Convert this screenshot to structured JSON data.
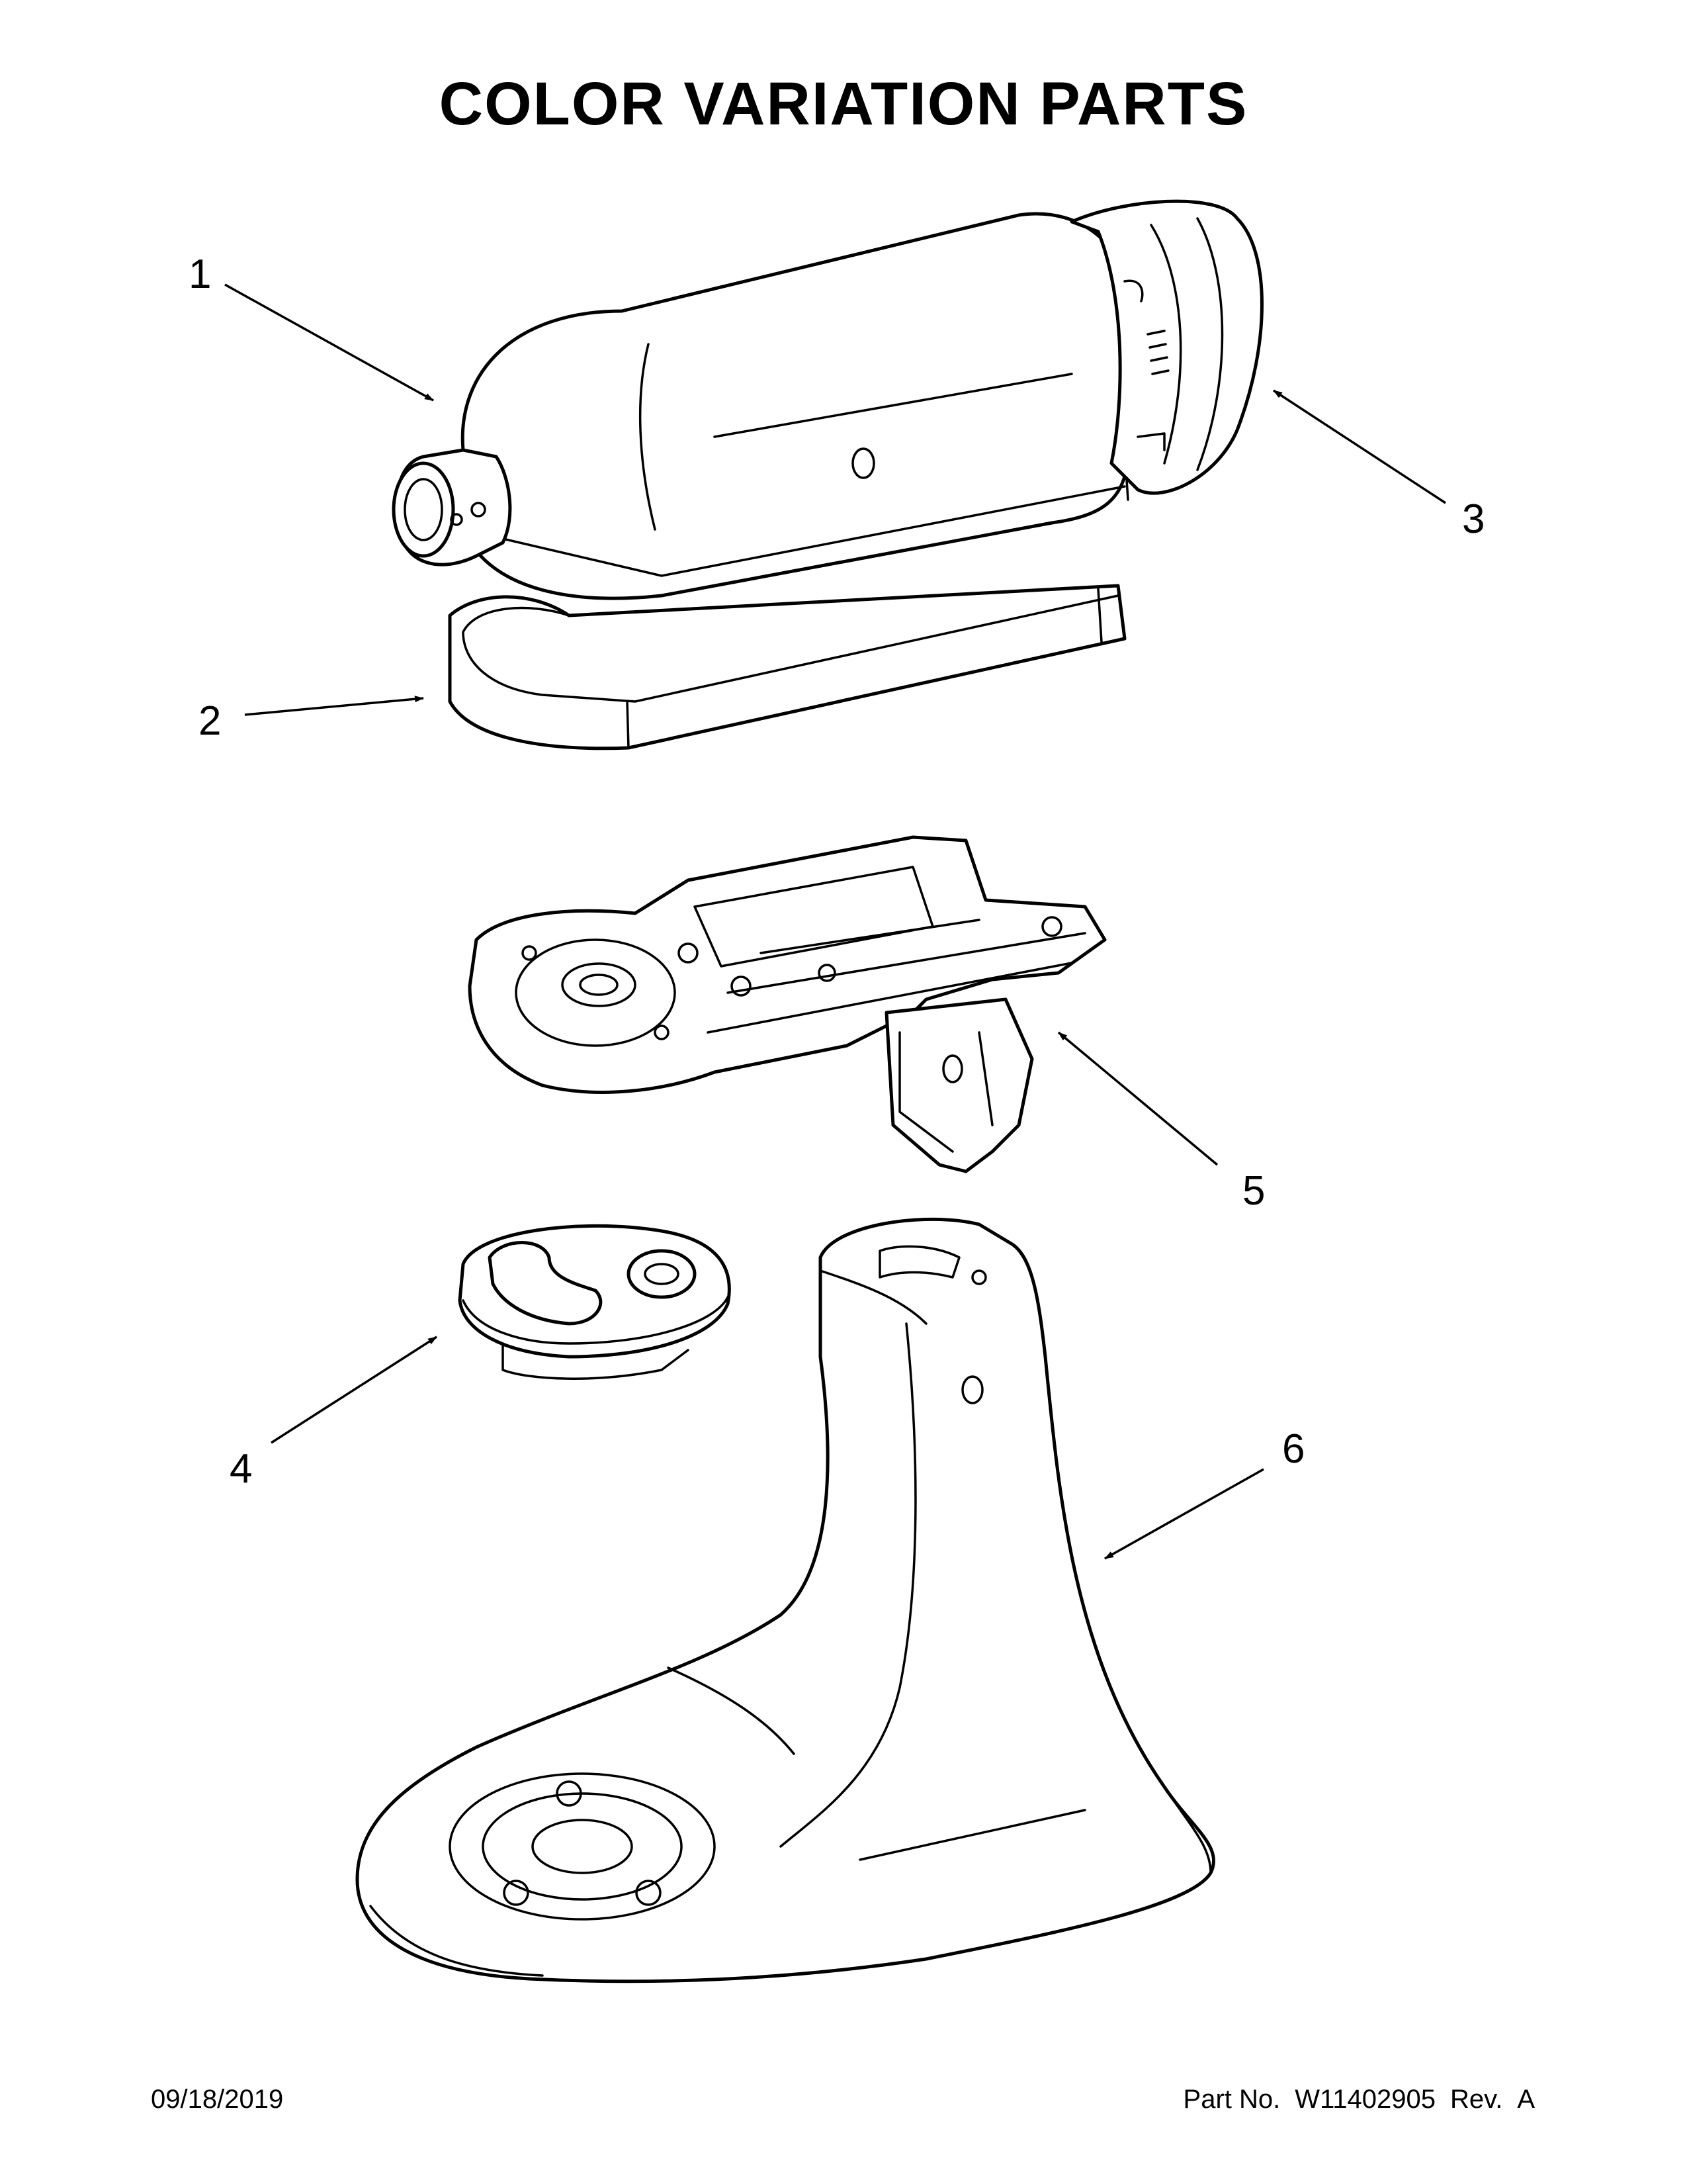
{
  "page": {
    "title": "COLOR VARIATION PARTS",
    "date": "09/18/2019",
    "part_no_label": "Part No.",
    "part_no": "W11402905",
    "rev_label": "Rev.",
    "rev": "A"
  },
  "callouts": [
    {
      "id": "1",
      "label": "1"
    },
    {
      "id": "2",
      "label": "2"
    },
    {
      "id": "3",
      "label": "3"
    },
    {
      "id": "4",
      "label": "4"
    },
    {
      "id": "5",
      "label": "5"
    },
    {
      "id": "6",
      "label": "6"
    }
  ]
}
